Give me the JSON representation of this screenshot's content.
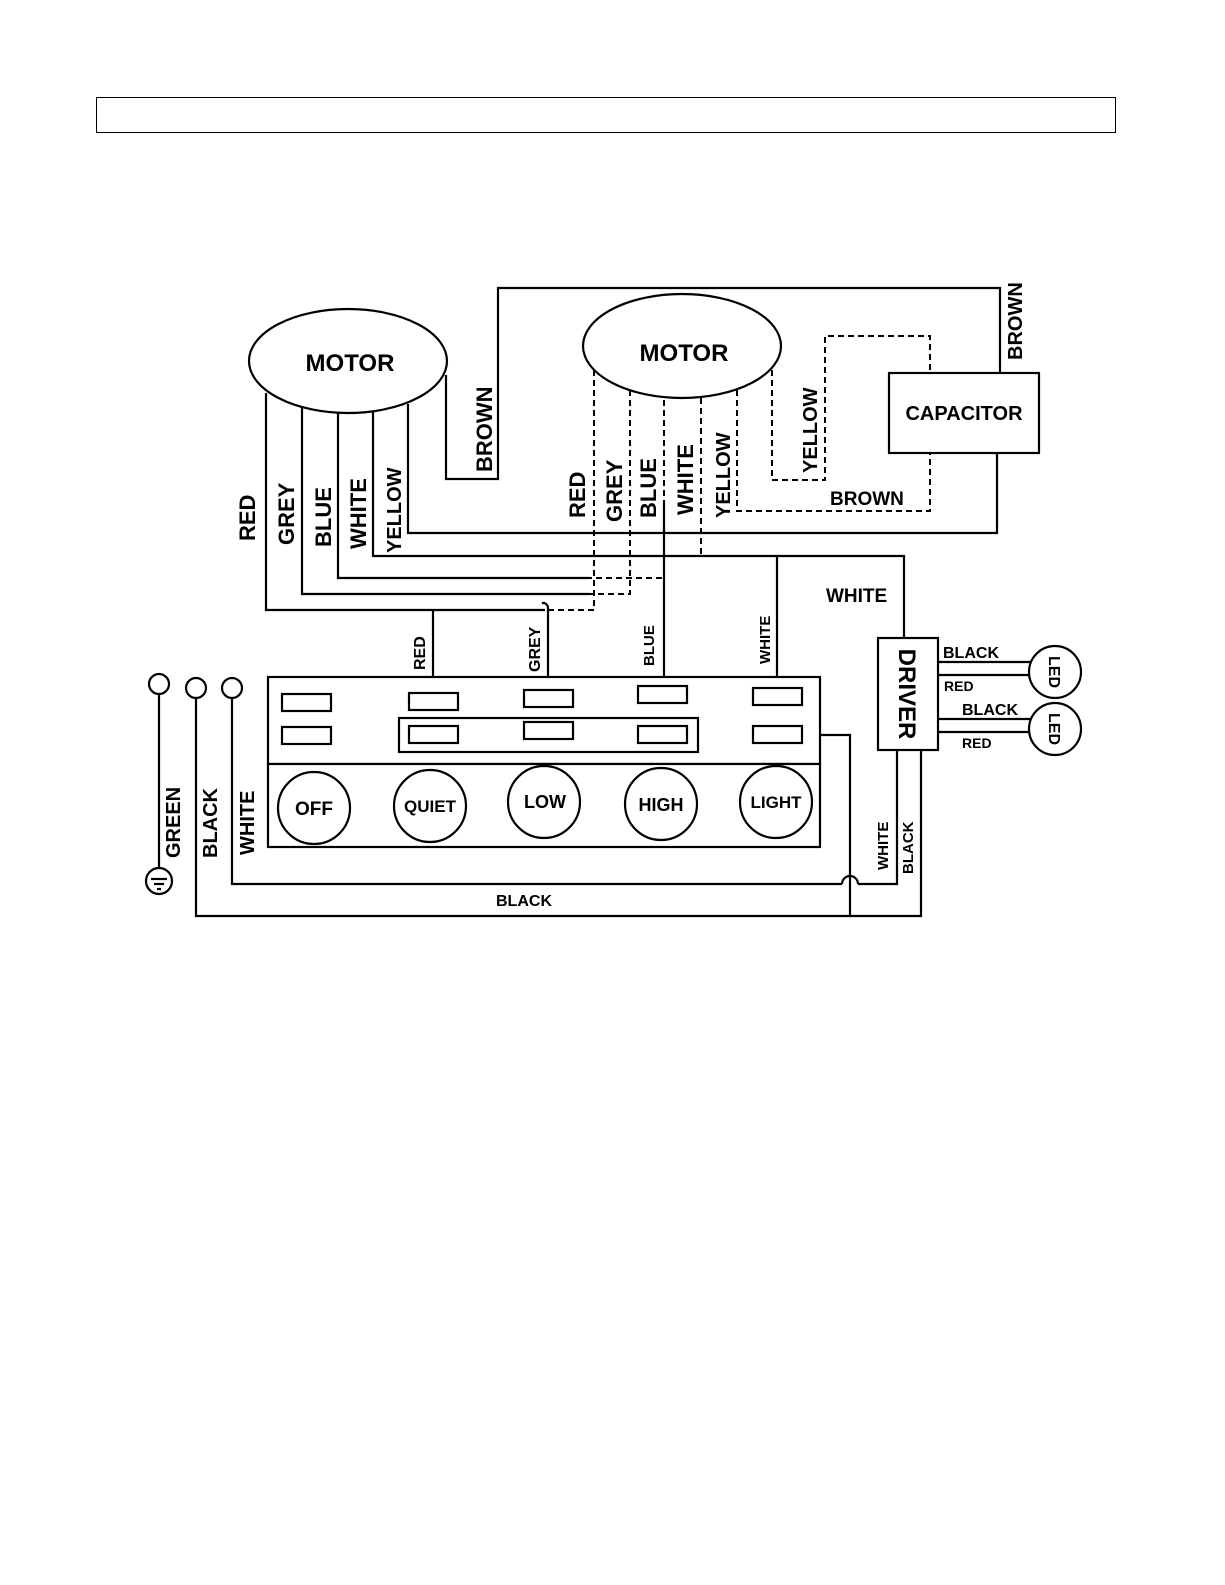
{
  "components": {
    "motor_left": "MOTOR",
    "motor_right": "MOTOR",
    "capacitor": "CAPACITOR",
    "driver": "DRIVER",
    "led_top": "LED",
    "led_bottom": "LED"
  },
  "buttons": {
    "off": "OFF",
    "quiet": "QUIET",
    "low": "LOW",
    "high": "HIGH",
    "light": "LIGHT"
  },
  "wires": {
    "motor_left": [
      "RED",
      "GREY",
      "BLUE",
      "WHITE",
      "YELLOW",
      "BROWN"
    ],
    "motor_right": [
      "RED",
      "GREY",
      "BLUE",
      "WHITE",
      "YELLOW"
    ],
    "cap_yellow": "YELLOW",
    "cap_brown_top": "BROWN",
    "cap_brown_bottom": "BROWN",
    "driver_white_in": "WHITE",
    "switch_red": "RED",
    "switch_grey": "GREY",
    "switch_blue": "BLUE",
    "switch_white": "WHITE",
    "led_top_black": "BLACK",
    "led_top_red": "RED",
    "led_bottom_black": "BLACK",
    "led_bottom_red": "RED",
    "driver_white_out": "WHITE",
    "driver_black_out": "BLACK",
    "supply_green": "GREEN",
    "supply_black": "BLACK",
    "supply_white": "WHITE",
    "bottom_black": "BLACK"
  }
}
